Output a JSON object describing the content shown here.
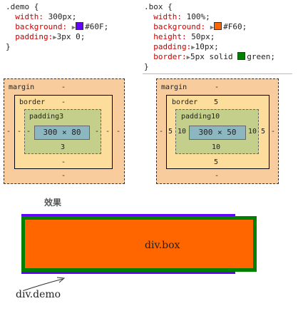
{
  "demo_css": {
    "selector": ".demo {",
    "width_prop": "width:",
    "width_val": "300px;",
    "bg_prop": "background:",
    "bg_val": "#60F;",
    "bg_color": "#6600ff",
    "padding_prop": "padding:",
    "padding_val": "3px 0;",
    "close": "}"
  },
  "box_css": {
    "selector": ".box {",
    "width_prop": "width:",
    "width_val": "100%;",
    "bg_prop": "background:",
    "bg_val": "#F60;",
    "bg_color": "#ff6600",
    "height_prop": "height:",
    "height_val": "50px;",
    "padding_prop": "padding:",
    "padding_val": "10px;",
    "border_prop": "border:",
    "border_val_a": "5px solid",
    "border_val_b": "green;",
    "border_color": "#008000",
    "close": "}"
  },
  "demo_model": {
    "margin_label": "margin",
    "margin_top": "-",
    "margin_bottom": "-",
    "margin_left": "-",
    "margin_right": "-",
    "border_label": "border",
    "border_top": "-",
    "border_bottom": "-",
    "border_left": "-",
    "border_right": "-",
    "padding_label": "padding3",
    "padding_bottom": "3",
    "padding_left": "-",
    "padding_right": "-",
    "content": "300 × 80"
  },
  "box_model": {
    "margin_label": "margin",
    "margin_top": "-",
    "margin_bottom": "-",
    "margin_left": "-",
    "margin_right": "-",
    "border_label": "border",
    "border_top": "5",
    "border_bottom": "5",
    "border_left": "5",
    "border_right": "5",
    "padding_label": "padding10",
    "padding_bottom": "10",
    "padding_left": "10",
    "padding_right": "10",
    "content": "300 × 50"
  },
  "result": {
    "title": "效果",
    "box_label": "div.box",
    "demo_label": "div.demo"
  }
}
